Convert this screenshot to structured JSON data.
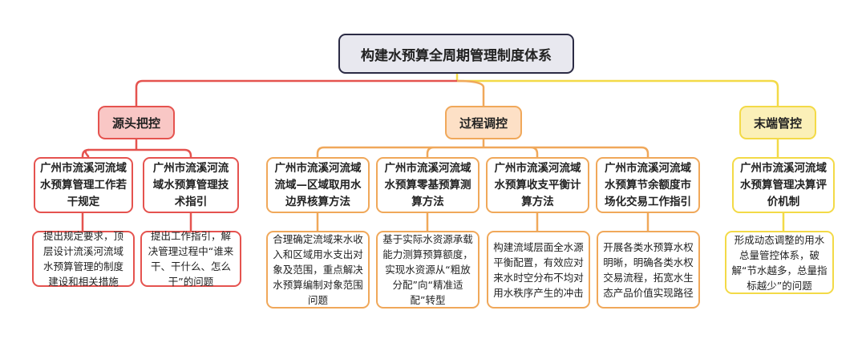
{
  "root": "构建水预算全周期管理制度体系",
  "branches": [
    {
      "label": "源头把控",
      "color": "#e5534f",
      "fill": "#f9c7c5",
      "items": [
        {
          "title": "广州市流溪河流域水预算管理工作若干规定",
          "desc": "提出规定要求，顶层设计流溪河流域水预算管理的制度建设和相关措施"
        },
        {
          "title": "广州市流溪河流域水预算管理技术指引",
          "desc": "提出工作指引，解决管理过程中“谁来干、干什么、怎么干”的问题"
        }
      ]
    },
    {
      "label": "过程调控",
      "color": "#f0a85a",
      "fill": "#fde0c6",
      "items": [
        {
          "title": "广州市流溪河流域流域—区域取用水边界核算方法",
          "desc": "合理确定流域来水收入和区域用水支出对象及范围，重点解决水预算编制对象范围问题"
        },
        {
          "title": "广州市流溪河流域水预算零基预算测算方法",
          "desc": "基于实际水资源承载能力测算预算额度，实现水资源从“粗放分配”向“精准适配”转型"
        },
        {
          "title": "广州市流溪河流域水预算收支平衡计算方法",
          "desc": "构建流域层面全水源平衡配置，有效应对来水时空分布不均对用水秩序产生的冲击"
        },
        {
          "title": "广州市流溪河流域水预算节余额度市场化交易工作指引",
          "desc": "开展各类水预算水权明晰，明确各类水权交易流程，拓宽水生态产品价值实现路径"
        }
      ]
    },
    {
      "label": "末端管控",
      "color": "#f3da47",
      "fill": "#fbf0b8",
      "items": [
        {
          "title": "广州市流溪河流域水预算管理决算评价机制",
          "desc": "形成动态调整的用水总量管控体系，破解“节水越多，总量指标越少”的问题"
        }
      ]
    }
  ]
}
